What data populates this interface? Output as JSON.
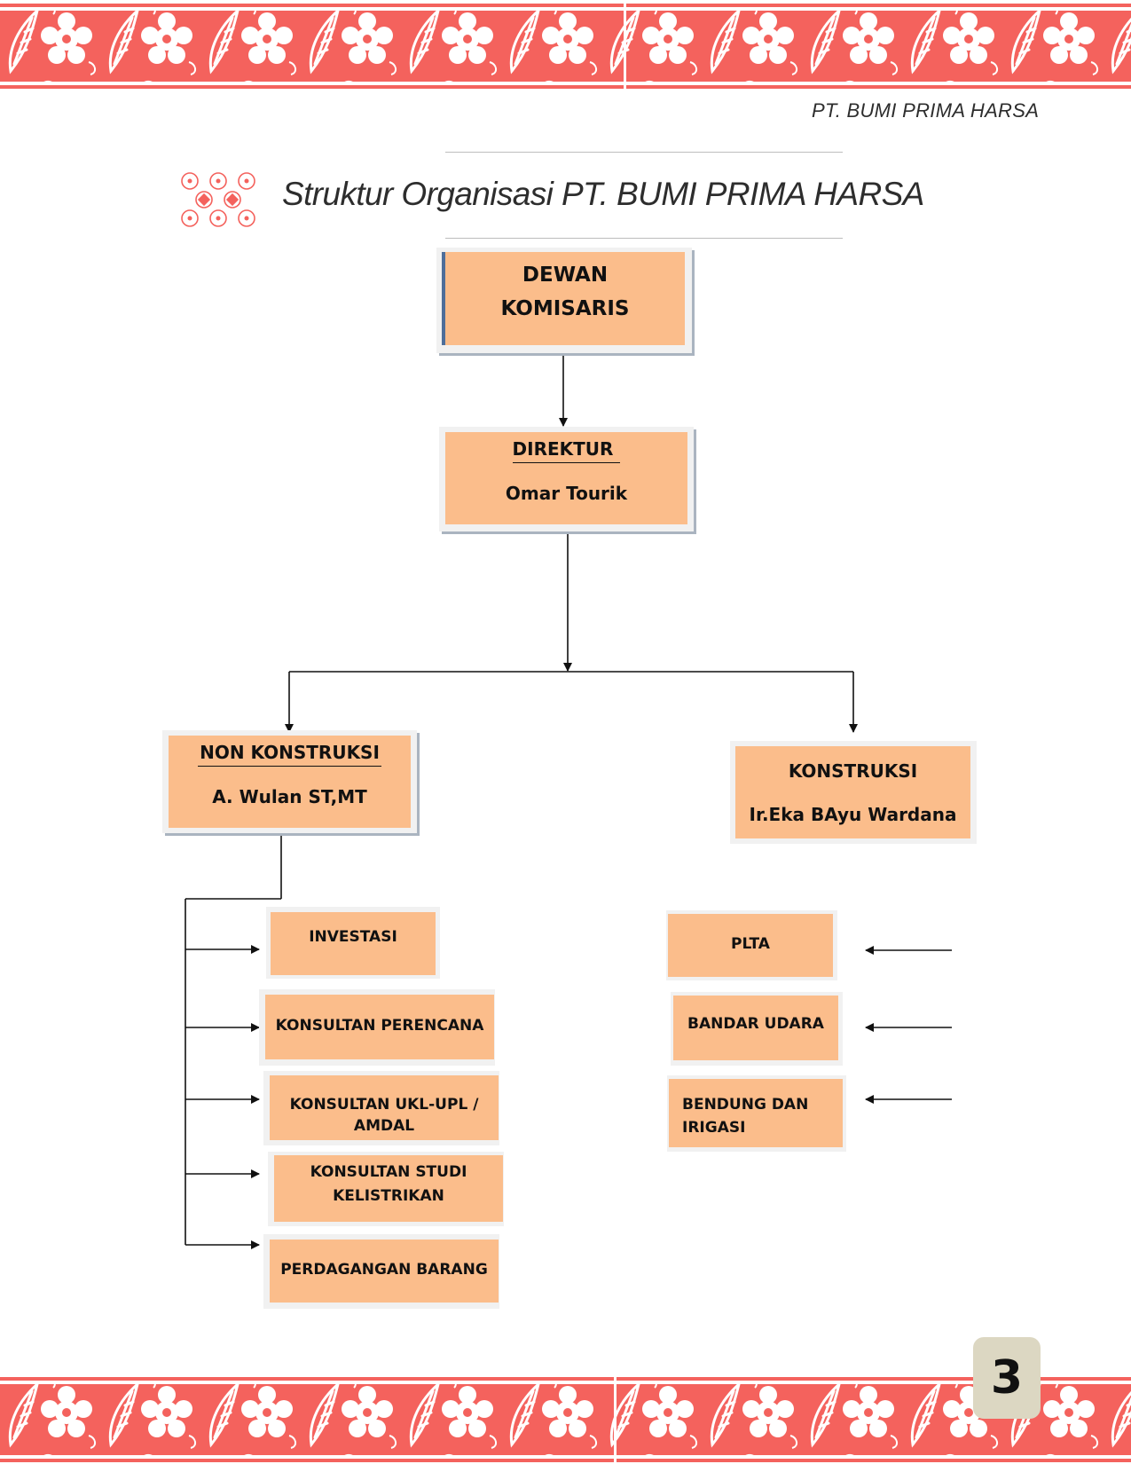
{
  "header": {
    "company": "PT. BUMI PRIMA HARSA",
    "title": "Struktur Organisasi PT. BUMI PRIMA HARSA"
  },
  "colors": {
    "border_red": "#f4625d",
    "box_fill": "#fbbd8b",
    "box_shadow": "#aab4c0",
    "page_badge": "#dcd7c2"
  },
  "org": {
    "board": {
      "line1": "DEWAN",
      "line2": "KOMISARIS"
    },
    "director": {
      "role": "DIREKTUR",
      "name": "Omar Tourik"
    },
    "non_konstruksi": {
      "role": "NON KONSTRUKSI",
      "name": "A. Wulan ST,MT",
      "units": {
        "investasi": "INVESTASI",
        "perencana": "KONSULTAN PERENCANA",
        "ukl_1": "KONSULTAN UKL-UPL /",
        "ukl_2": "AMDAL",
        "studi_1": "KONSULTAN STUDI",
        "studi_2": "KELISTRIKAN",
        "perdagangan": "PERDAGANGAN BARANG"
      }
    },
    "konstruksi": {
      "role": "KONSTRUKSI",
      "name": "Ir.Eka BAyu Wardana",
      "units": {
        "plta": "PLTA",
        "bandar": "BANDAR UDARA",
        "bendung_1": "BENDUNG DAN",
        "bendung_2": "IRIGASI"
      }
    }
  },
  "page_number": "3"
}
